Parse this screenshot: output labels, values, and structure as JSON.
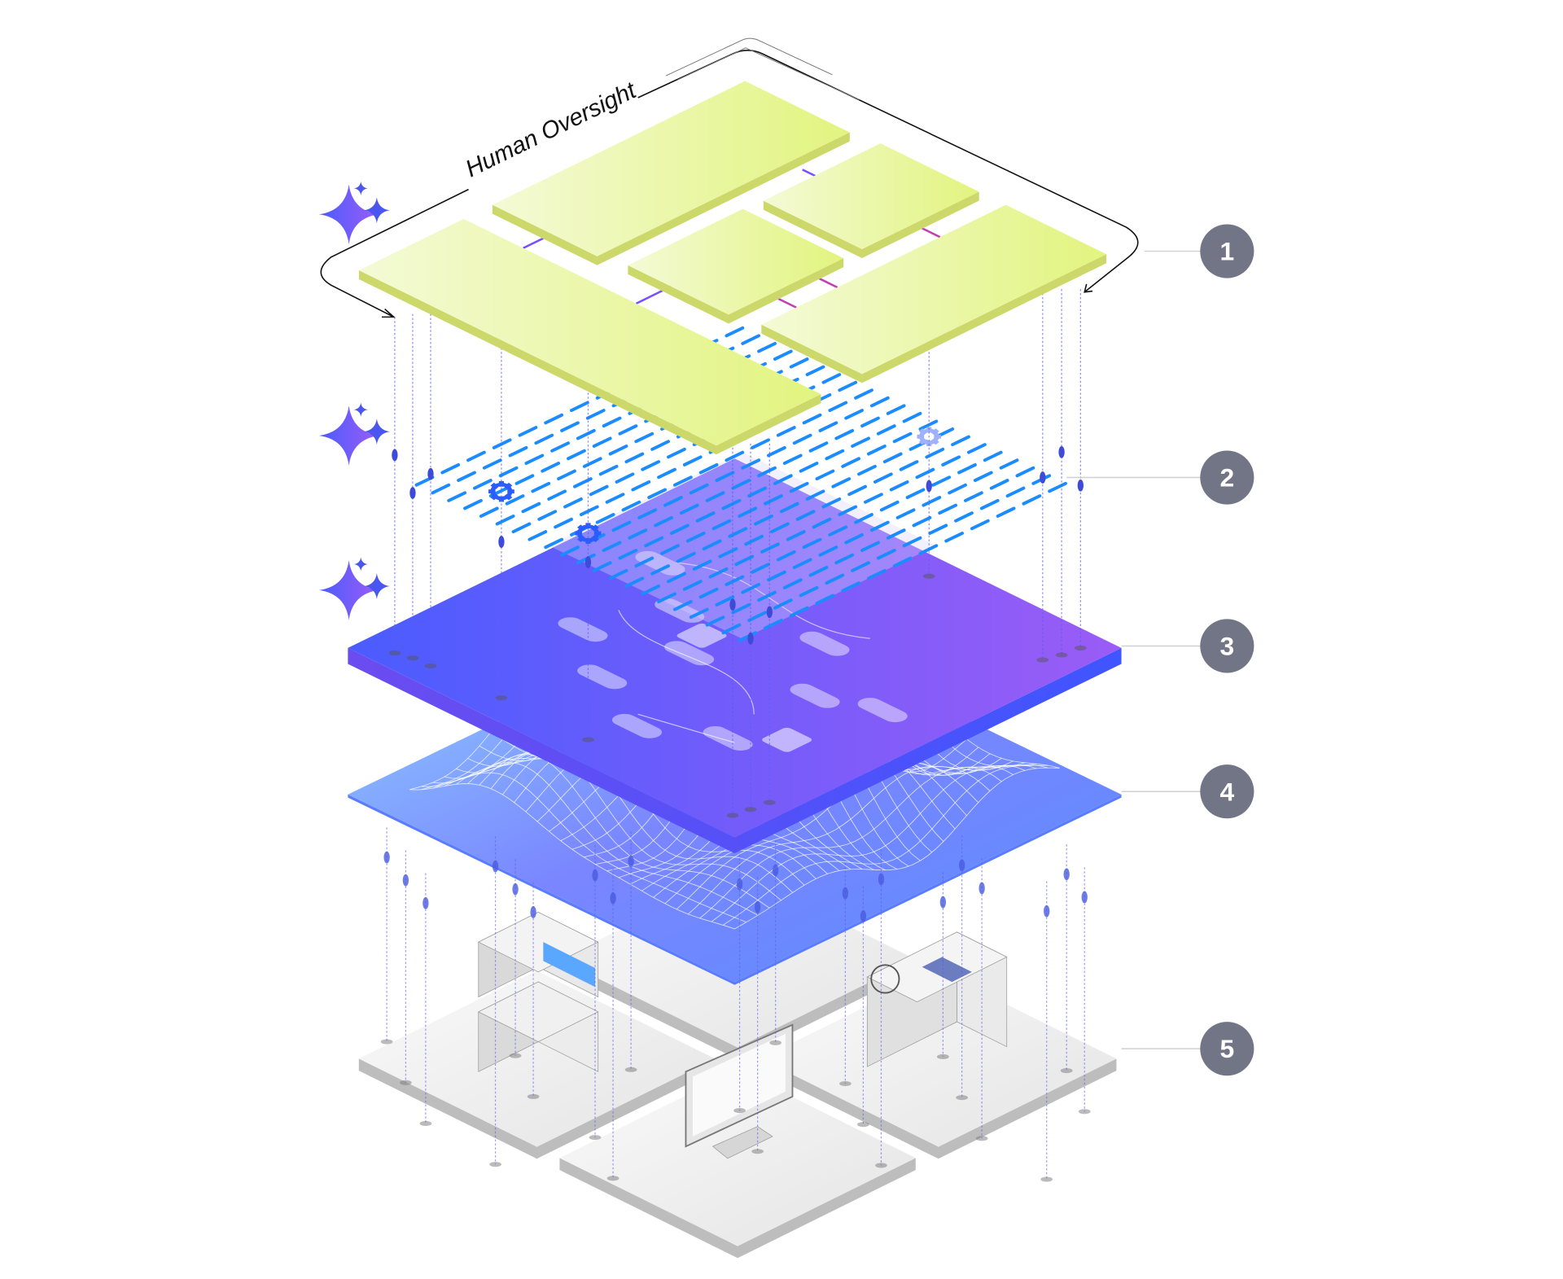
{
  "diagram": {
    "oversight_label": "Human Oversight",
    "layers": [
      {
        "number": "1",
        "name": "application-tiles"
      },
      {
        "number": "2",
        "name": "data-stream-grid"
      },
      {
        "number": "3",
        "name": "workflow-platform"
      },
      {
        "number": "4",
        "name": "model-landscape"
      },
      {
        "number": "5",
        "name": "infrastructure"
      }
    ],
    "icons": [
      "sparkle-icon",
      "gear-icon",
      "server-icon",
      "monitor-icon",
      "compute-unit-icon"
    ]
  },
  "colors": {
    "tile": "#e4f58a",
    "tile_light": "#f2f9cf",
    "tile_edge": "#cdd86a",
    "dash": "#1a8cff",
    "platform_a": "#4a5cff",
    "platform_b": "#9a5cf6",
    "landscape_a": "#7fc6ff",
    "landscape_b": "#6a72ff",
    "badge": "#717585",
    "base": "#eeeeee",
    "base_edge": "#b9b9b9",
    "sparkle": "#4b55f0"
  }
}
